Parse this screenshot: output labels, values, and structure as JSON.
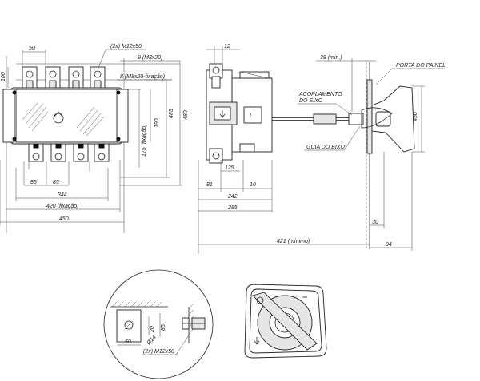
{
  "front_view": {
    "dims": {
      "bolt_spacing": "50",
      "bolt_callout": "(2x) M12x50",
      "holes_top": "9 (M8x20)",
      "holes_side": "8 (M8x20-fixação)",
      "left_100": "100",
      "h_190": "190",
      "h_175": "175 (fixação)",
      "h_485": "485",
      "h_480": "480",
      "w_85a": "85",
      "w_85b": "85",
      "w_344": "344",
      "w_420": "420 (fixação)",
      "w_450": "450"
    }
  },
  "side_view": {
    "dims": {
      "top_12": "12",
      "d_125": "125",
      "d_81": "81",
      "d_10": "10",
      "d_242": "242",
      "d_285": "285",
      "d_421": "421 (mínimo)",
      "d_38": "38 (min.)",
      "d_30": "30",
      "d_94": "94",
      "h_450": "450"
    },
    "labels": {
      "door": "PORTA DO PAINEL",
      "coupling_1": "ACOPLAMENTO",
      "coupling_2": "DO EIXO",
      "guide": "GUIA DO EIXO"
    }
  },
  "detail_view": {
    "dims": {
      "d_50": "50",
      "d_20": "20",
      "d_85": "85",
      "d_phi": "Ø14",
      "bolt_callout": "(2x) M12x50"
    }
  },
  "handle_view": {
    "labels": {
      "off_symbol": "O",
      "on_symbol": "I"
    }
  },
  "colors": {
    "line": "#222222",
    "background": "#ffffff"
  }
}
